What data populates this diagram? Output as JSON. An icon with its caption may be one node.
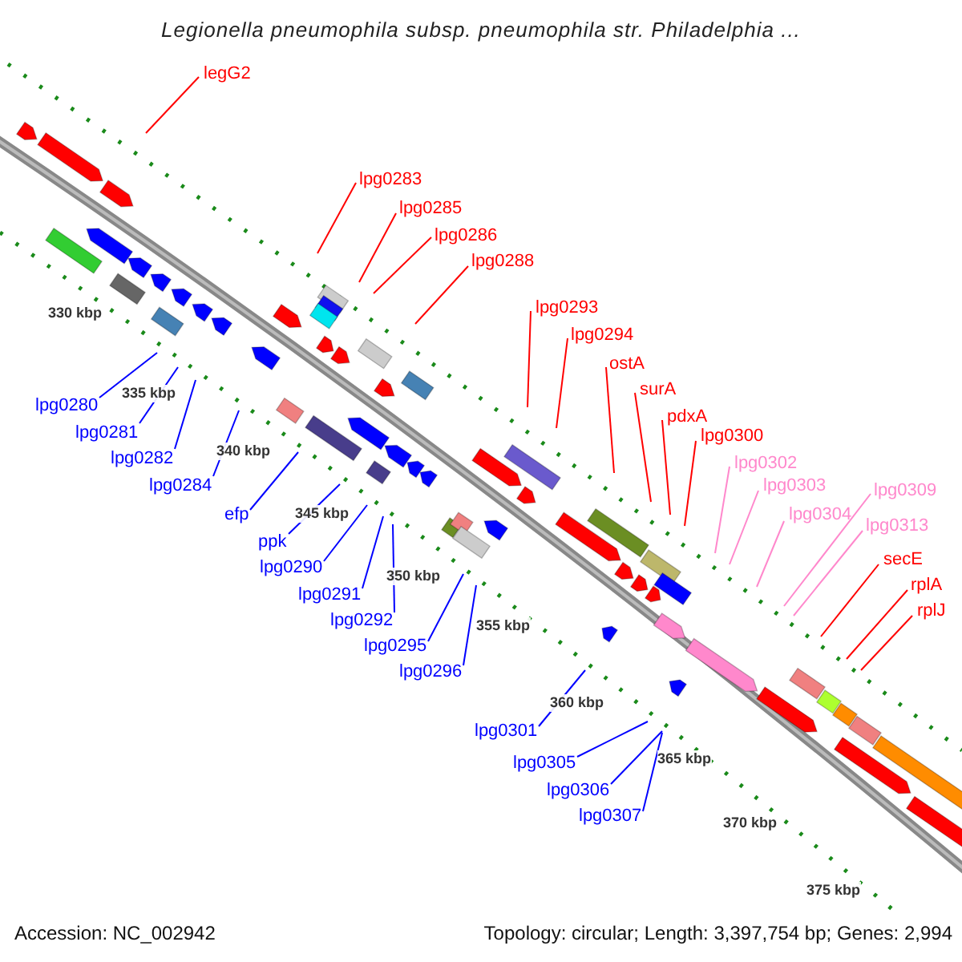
{
  "diagram": {
    "title": "Legionella pneumophila subsp. pneumophila str. Philadelphia ...",
    "nodes": [
      {
        "text": [
          "legG2"
        ]
      },
      {
        "text": [
          "lpg0283"
        ]
      },
      {
        "text": [
          "lpg0285"
        ]
      },
      {
        "text": [
          "lpg0286"
        ]
      },
      {
        "text": [
          "lpg0288"
        ]
      },
      {
        "text": [
          "lpg0293"
        ]
      },
      {
        "text": [
          "lpg0294"
        ]
      },
      {
        "text": [
          "ostA"
        ]
      },
      {
        "text": [
          "surA"
        ]
      },
      {
        "text": [
          "pdxA"
        ]
      },
      {
        "text": [
          "lpg0300"
        ]
      },
      {
        "text": [
          "lpg0302"
        ]
      },
      {
        "text": [
          "lpg0303"
        ]
      },
      {
        "text": [
          "lpg0304"
        ]
      },
      {
        "text": [
          "lpg0309"
        ]
      },
      {
        "text": [
          "lpg0313"
        ]
      },
      {
        "text": [
          "secE"
        ]
      },
      {
        "text": [
          "rplA"
        ]
      },
      {
        "text": [
          "rplJ"
        ]
      },
      {
        "text": [
          "lpg0280"
        ]
      },
      {
        "text": [
          "lpg0281"
        ]
      },
      {
        "text": [
          "lpg0282"
        ]
      },
      {
        "text": [
          "lpg0284"
        ]
      },
      {
        "text": [
          "efp"
        ]
      },
      {
        "text": [
          "ppk"
        ]
      },
      {
        "text": [
          "lpg0290"
        ]
      },
      {
        "text": [
          "lpg0291"
        ]
      },
      {
        "text": [
          "lpg0292"
        ]
      },
      {
        "text": [
          "lpg0295"
        ]
      },
      {
        "text": [
          "lpg0296"
        ]
      },
      {
        "text": [
          "lpg0301"
        ]
      },
      {
        "text": [
          "lpg0305"
        ]
      },
      {
        "text": [
          "lpg0306"
        ]
      },
      {
        "text": [
          "lpg0307"
        ]
      }
    ],
    "edges": [
      {
        "from": 0,
        "to": null,
        "arrow": "none",
        "color": "#ff0000"
      },
      {
        "from": 1,
        "to": null,
        "arrow": "none",
        "color": "#ff0000"
      },
      {
        "from": 2,
        "to": null,
        "arrow": "none",
        "color": "#ff0000"
      },
      {
        "from": 3,
        "to": null,
        "arrow": "none",
        "color": "#ff0000"
      },
      {
        "from": 4,
        "to": null,
        "arrow": "none",
        "color": "#ff0000"
      },
      {
        "from": 5,
        "to": null,
        "arrow": "none",
        "color": "#ff0000"
      },
      {
        "from": 6,
        "to": null,
        "arrow": "none",
        "color": "#ff0000"
      },
      {
        "from": 7,
        "to": null,
        "arrow": "none",
        "color": "#ff0000"
      },
      {
        "from": 8,
        "to": null,
        "arrow": "none",
        "color": "#ff0000"
      },
      {
        "from": 9,
        "to": null,
        "arrow": "none",
        "color": "#ff0000"
      },
      {
        "from": 10,
        "to": null,
        "arrow": "none",
        "color": "#ff0000"
      },
      {
        "from": 11,
        "to": null,
        "arrow": "none",
        "color": "#ff88cc"
      },
      {
        "from": 12,
        "to": null,
        "arrow": "none",
        "color": "#ff88cc"
      },
      {
        "from": 13,
        "to": null,
        "arrow": "none",
        "color": "#ff88cc"
      },
      {
        "from": 14,
        "to": null,
        "arrow": "none",
        "color": "#ff88cc"
      },
      {
        "from": 15,
        "to": null,
        "arrow": "none",
        "color": "#ff88cc"
      },
      {
        "from": 16,
        "to": null,
        "arrow": "none",
        "color": "#ff0000"
      },
      {
        "from": 17,
        "to": null,
        "arrow": "none",
        "color": "#ff0000"
      },
      {
        "from": 18,
        "to": null,
        "arrow": "none",
        "color": "#ff0000"
      },
      {
        "from": 19,
        "to": null,
        "arrow": "none"
      },
      {
        "from": 20,
        "to": null,
        "arrow": "none"
      },
      {
        "from": 21,
        "to": null,
        "arrow": "none"
      },
      {
        "from": 22,
        "to": null,
        "arrow": "none"
      },
      {
        "from": 23,
        "to": null,
        "arrow": "none"
      },
      {
        "from": 24,
        "to": null,
        "arrow": "none"
      },
      {
        "from": 25,
        "to": null,
        "arrow": "none"
      },
      {
        "from": 26,
        "to": null,
        "arrow": "none"
      },
      {
        "from": 27,
        "to": null,
        "arrow": "none"
      },
      {
        "from": 28,
        "to": null,
        "arrow": "none"
      },
      {
        "from": 29,
        "to": null,
        "arrow": "none"
      },
      {
        "from": 30,
        "to": null,
        "arrow": "none"
      },
      {
        "from": 31,
        "to": null,
        "arrow": "none"
      },
      {
        "from": 32,
        "to": null,
        "arrow": "none"
      },
      {
        "from": 33,
        "to": null,
        "arrow": "none"
      }
    ],
    "labels": [
      "330 kbp",
      "335 kbp",
      "340 kbp",
      "345 kbp",
      "350 kbp",
      "355 kbp",
      "360 kbp",
      "365 kbp",
      "370 kbp",
      "375 kbp",
      "Accession: NC_002942",
      "Topology: circular; Length: 3,397,754 bp; Genes: 2,994"
    ]
  }
}
